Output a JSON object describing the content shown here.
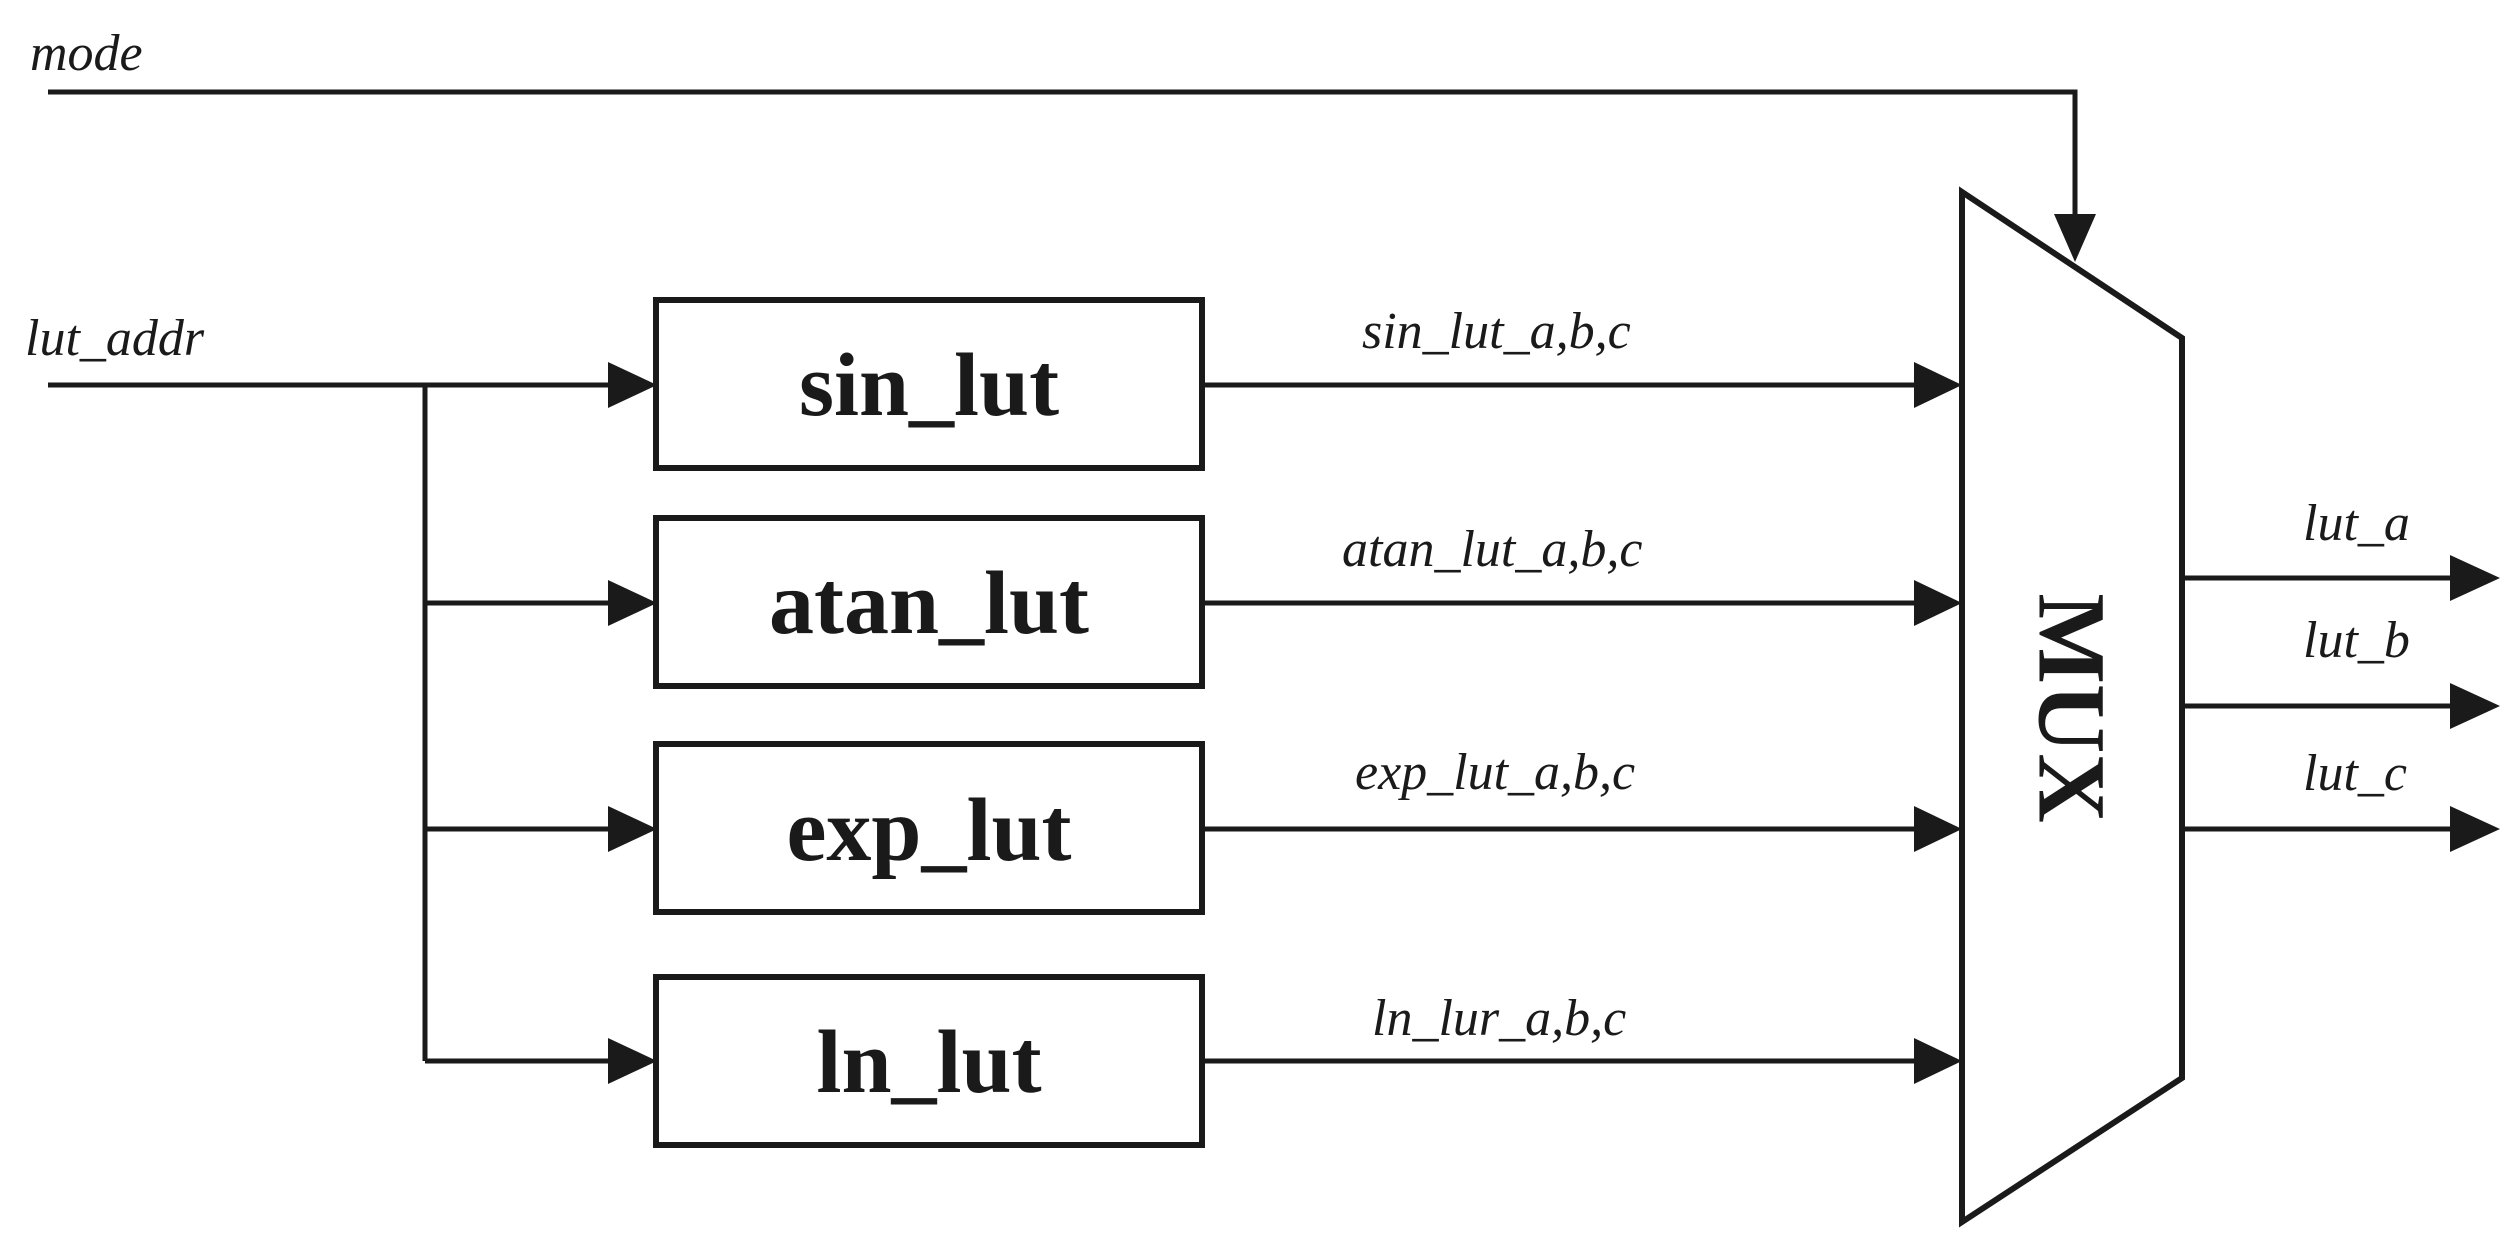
{
  "inputs": {
    "mode": "mode",
    "lut_addr": "lut_addr"
  },
  "luts": [
    {
      "name": "sin_lut",
      "output": "sin_lut_a,b,c"
    },
    {
      "name": "atan_lut",
      "output": "atan_lut_a,b,c"
    },
    {
      "name": "exp_lut",
      "output": "exp_lut_a,b,c"
    },
    {
      "name": "ln_lut",
      "output": "ln_lur_a,b,c"
    }
  ],
  "mux": {
    "label": "MUX"
  },
  "outputs": [
    "lut_a",
    "lut_b",
    "lut_c"
  ]
}
